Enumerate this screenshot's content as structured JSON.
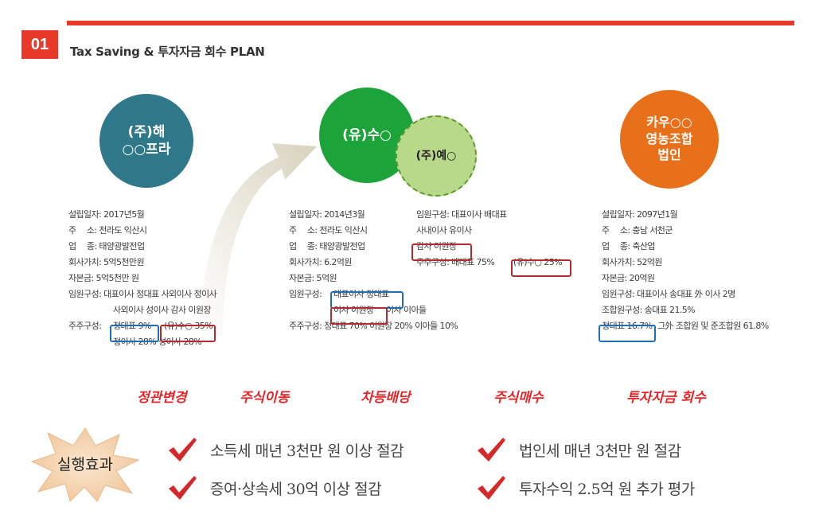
{
  "header": {
    "section_number": "01",
    "title": "Tax Saving & 투자자금 회수 PLAN"
  },
  "companies": {
    "left": {
      "name": "(주)해\n○○프라",
      "color": "#2f7889",
      "rows": [
        "설립일자: 2017년5월",
        "주　 소: 전라도 익산시",
        "업　 종: 태양광발전업",
        "회사가치: 5억5천만원",
        "자본금:  5억5천만 원",
        "임원구성: 대표이사 정대표 사외이사 정이사",
        "사외이사 성이사 감사 이원장"
      ],
      "shareholders_label": "주주구성:",
      "shareholders_box1": "정대표 9%",
      "shareholders_box2": "(유)수○ 35%",
      "shareholders_line2": "정이사 28% 성이사 28%"
    },
    "center": {
      "name": "(유)수○",
      "sub_name": "(주)예○",
      "color": "#1ca43a",
      "rows": [
        "설립일자: 2014년3월",
        "주　 소: 전라도 익산시",
        "업　 종: 태양광발전업",
        "회사가치: 6.2억원",
        "자본금:  5억원"
      ],
      "officers_label": "임원구성:",
      "officers_box1": "대표이사 정대표",
      "officers_box2": "이사 이원장",
      "officers_extra": "이사 이아들",
      "shareholders": "주주구성: 정대표 70% 이원장 20% 이아들 10%",
      "right_rows": {
        "line1": "임원구성: 대표이사 배대표",
        "line2": "사내이사 유이사",
        "box_auditor": "감사 이원장",
        "share_label": "주주구성: 배대표 75%",
        "box_share": "(유)수○ 25%"
      }
    },
    "right": {
      "name": "카우○○\n영농조합\n법인",
      "color": "#e8701a",
      "rows": [
        "설립일자: 2097년1월",
        "주　 소: 충남 서천군",
        "업　 종: 축산업",
        "회사가치: 52억원",
        "자본금:  20억원",
        "임원구성: 대표이사 송대표 外 이사 2명",
        "조합원구성: 송대표 21.5%"
      ],
      "box": "정대표 16.7%",
      "extra": "그外 조합원 및 준조합원 61.8%"
    }
  },
  "actions": [
    "정관변경",
    "주식이동",
    "차등배당",
    "주식매수",
    "투자자금 회수"
  ],
  "effect_label": "실행효과",
  "results": [
    "소득세  매년  3천만 원 이상 절감",
    "법인세  매년 3천만 원 절감",
    "증여·상속세  30억 이상 절감",
    "투자수익 2.5억 원 추가 평가"
  ],
  "colors": {
    "accent": "#e8392b",
    "blue_box": "#1f6fb8",
    "red_box": "#b52a2e",
    "check": "#d4292a",
    "burst": "#f6d6b5"
  }
}
